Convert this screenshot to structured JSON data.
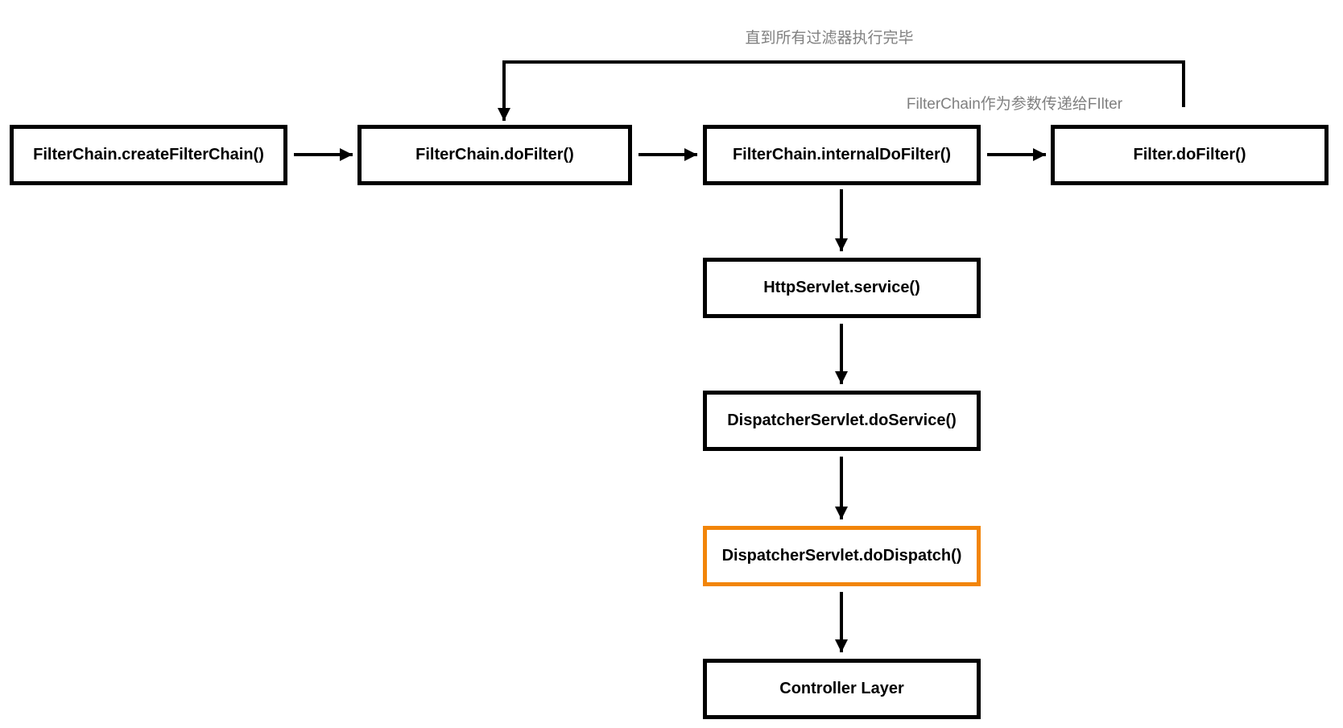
{
  "diagram": {
    "notes": {
      "loop_note": "直到所有过滤器执行完毕",
      "param_note": "FilterChain作为参数传递给FIlter"
    },
    "nodes": {
      "create_filter_chain": {
        "label": "FilterChain.createFilterChain()"
      },
      "do_filter": {
        "label": "FilterChain.doFilter()"
      },
      "internal_do_filter": {
        "label": "FilterChain.internalDoFilter()"
      },
      "filter_do_filter": {
        "label": "Filter.doFilter()"
      },
      "http_servlet_service": {
        "label": "HttpServlet.service()"
      },
      "dispatcher_do_service": {
        "label": "DispatcherServlet.doService()"
      },
      "dispatcher_do_dispatch": {
        "label": "DispatcherServlet.doDispatch()"
      },
      "controller_layer": {
        "label": "Controller Layer"
      }
    },
    "colors": {
      "box_border": "#000000",
      "highlight_border": "#F2850A",
      "note_text": "#808080"
    }
  }
}
